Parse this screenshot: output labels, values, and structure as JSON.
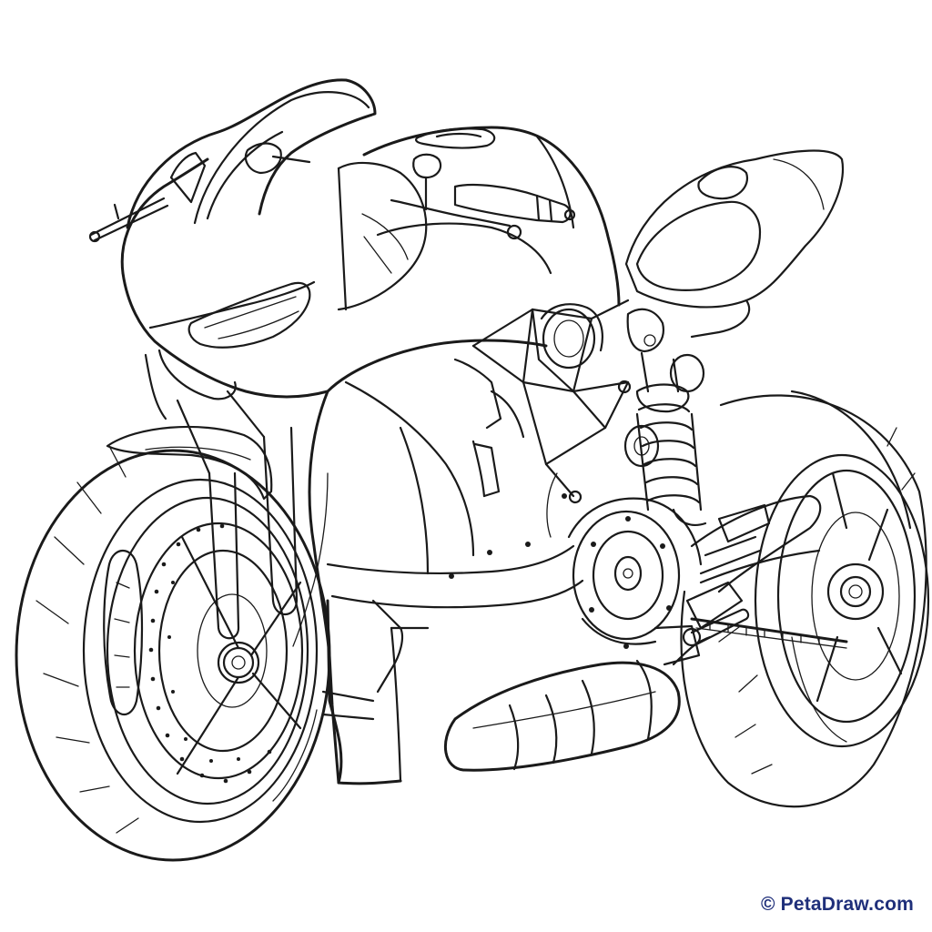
{
  "watermark": {
    "text": "© PetaDraw.com",
    "color": "#1f2f7a"
  },
  "artwork": {
    "subject": "sport-motorcycle",
    "style": "line-art",
    "stroke_color": "#1a1a1a",
    "background": "#ffffff"
  }
}
